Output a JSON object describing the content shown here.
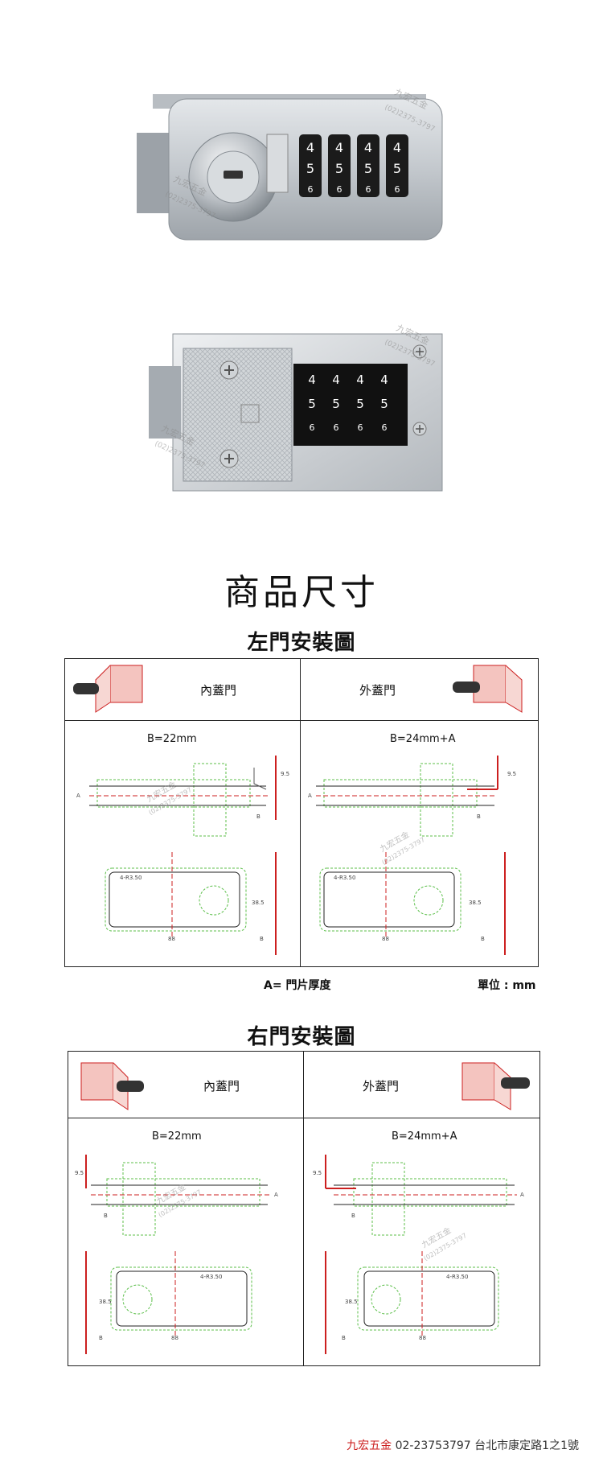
{
  "watermark": {
    "name": "九宏五金",
    "phone": "(02)2375-3797"
  },
  "product_photos": {
    "front": {
      "dials": [
        "4",
        "4",
        "4",
        "4",
        "5",
        "5",
        "5",
        "5",
        "6",
        "6",
        "6",
        "6"
      ]
    },
    "back": {
      "dials": [
        "4",
        "4",
        "4",
        "4",
        "5",
        "5",
        "5",
        "5",
        "6",
        "6",
        "6",
        "6"
      ]
    }
  },
  "dimensions": {
    "title": "商品尺寸",
    "left_door": {
      "title": "左門安裝圖",
      "inner_label": "內蓋門",
      "outer_label": "外蓋門",
      "inner_spec": "B=22mm",
      "outer_spec": "B=24mm+A",
      "notes": {
        "a": "A= 門片厚度",
        "unit": "單位 : mm"
      }
    },
    "right_door": {
      "title": "右門安裝圖",
      "inner_label": "內蓋門",
      "outer_label": "外蓋門",
      "inner_spec": "B=22mm",
      "outer_spec": "B=24mm+A"
    },
    "drawing_labels": {
      "radius": "4-R3.50",
      "width": "88",
      "height": "38.5",
      "thickness": "9.5",
      "a": "A",
      "b": "B"
    }
  },
  "footer": {
    "brand": "九宏五金",
    "phone": "02-23753797",
    "address": "台北市康定路1之1號"
  },
  "colors": {
    "accent_red": "#cc1f1f",
    "line_green": "#5cbf4a",
    "metal": "#c8ccd0"
  }
}
